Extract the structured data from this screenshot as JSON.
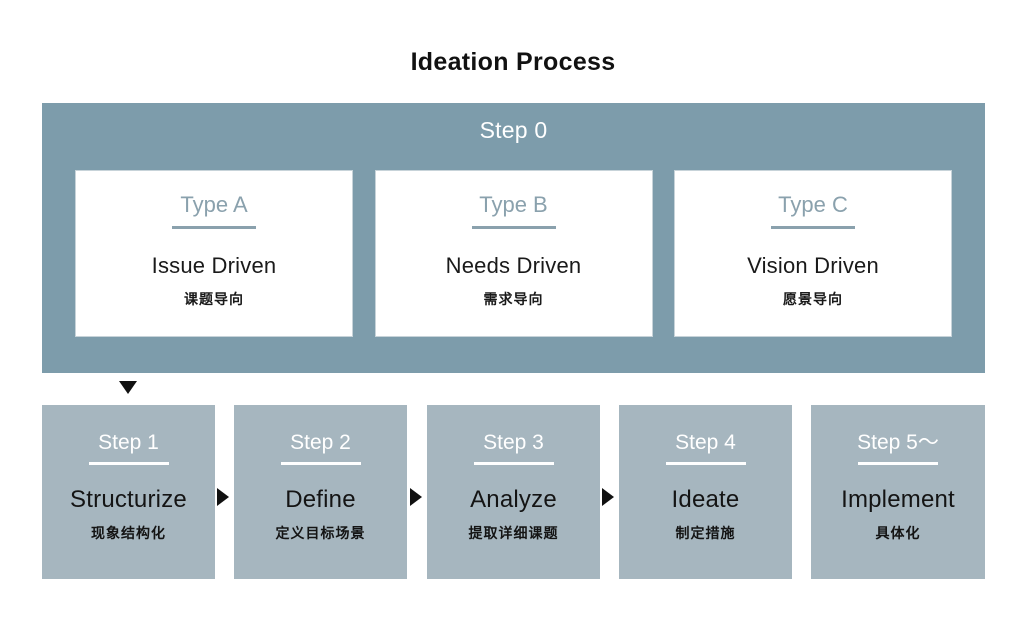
{
  "title": "Ideation Process",
  "step0": {
    "heading": "Step 0",
    "cards": [
      {
        "type_label": "Type A",
        "en": "Issue Driven",
        "cn": "课题导向"
      },
      {
        "type_label": "Type B",
        "en": "Needs Driven",
        "cn": "需求导向"
      },
      {
        "type_label": "Type C",
        "en": "Vision Driven",
        "cn": "愿景导向"
      }
    ]
  },
  "flow_arrow_down": "down-triangle",
  "steps": [
    {
      "label": "Step 1",
      "en": "Structurize",
      "cn": "现象结构化"
    },
    {
      "label": "Step 2",
      "en": "Define",
      "cn": "定义目标场景"
    },
    {
      "label": "Step 3",
      "en": "Analyze",
      "cn": "提取详细课题"
    },
    {
      "label": "Step 4",
      "en": "Ideate",
      "cn": "制定措施"
    },
    {
      "label": "Step 5〜",
      "en": "Implement",
      "cn": "具体化"
    }
  ],
  "step_arrows": [
    "right-triangle",
    "right-triangle",
    "right-triangle"
  ],
  "colors": {
    "panel_bg": "#7d9cab",
    "step_bg": "#a6b6bf",
    "type_accent": "#8aa1ad",
    "card_bg": "#ffffff",
    "card_border": "#c7d3d9",
    "text_dark": "#141414",
    "text_light": "#ffffff",
    "page_bg": "#ffffff"
  }
}
